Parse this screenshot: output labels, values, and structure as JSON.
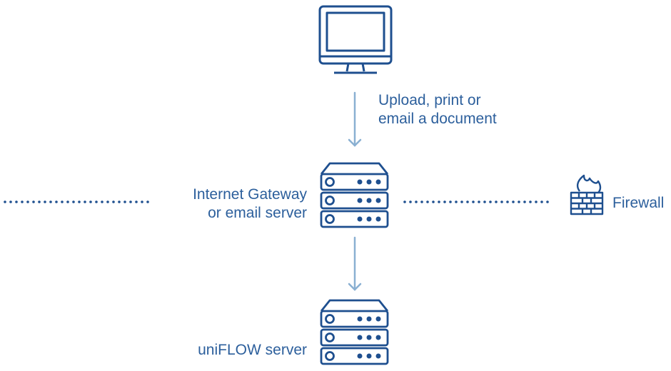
{
  "labels": {
    "upload_line1": "Upload, print or",
    "upload_line2": "email a document",
    "gateway_line1": "Internet Gateway",
    "gateway_line2": "or email server",
    "firewall": "Firewall",
    "uniflow": "uniFLOW server"
  },
  "icons": {
    "computer": "monitor-icon",
    "gateway": "server-icon",
    "firewall": "firewall-icon",
    "uniflow": "server-icon"
  },
  "colors": {
    "primary": "#1e4f8f",
    "arrow": "#8ab0d2",
    "text": "#2c5f9c"
  }
}
